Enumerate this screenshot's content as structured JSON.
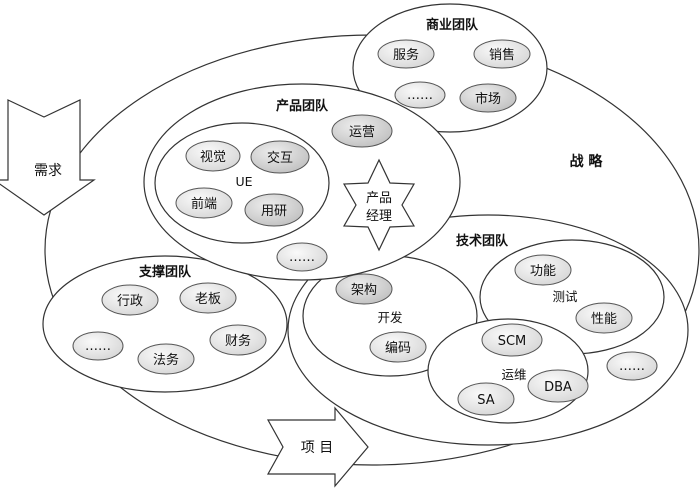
{
  "colors": {
    "stroke": "#333333",
    "fill": "#ffffff",
    "pill_light": "#ececec",
    "pill_mid": "#dcdcdc",
    "pill_dark": "#cfcfcf"
  },
  "labels": {
    "demand": "需求",
    "project": "项 目",
    "strategy": "战 略",
    "product_manager_line1": "产品",
    "product_manager_line2": "经理"
  },
  "teams": {
    "business": {
      "title": "商业团队",
      "items": [
        "服务",
        "销售",
        "……",
        "市场"
      ]
    },
    "product": {
      "title": "产品团队",
      "ue_label": "UE",
      "ue_items": [
        "视觉",
        "交互",
        "前端",
        "用研"
      ],
      "ops": "运营",
      "more": "……"
    },
    "support": {
      "title": "支撑团队",
      "items": [
        "行政",
        "老板",
        "……",
        "法务",
        "财务"
      ]
    },
    "tech": {
      "title": "技术团队",
      "test_label": "测试",
      "test_items": [
        "功能",
        "性能"
      ],
      "dev_label": "开发",
      "dev_items": [
        "架构",
        "编码"
      ],
      "ops_label": "运维",
      "ops_items": [
        "SCM",
        "SA",
        "DBA"
      ],
      "more": "……"
    }
  }
}
